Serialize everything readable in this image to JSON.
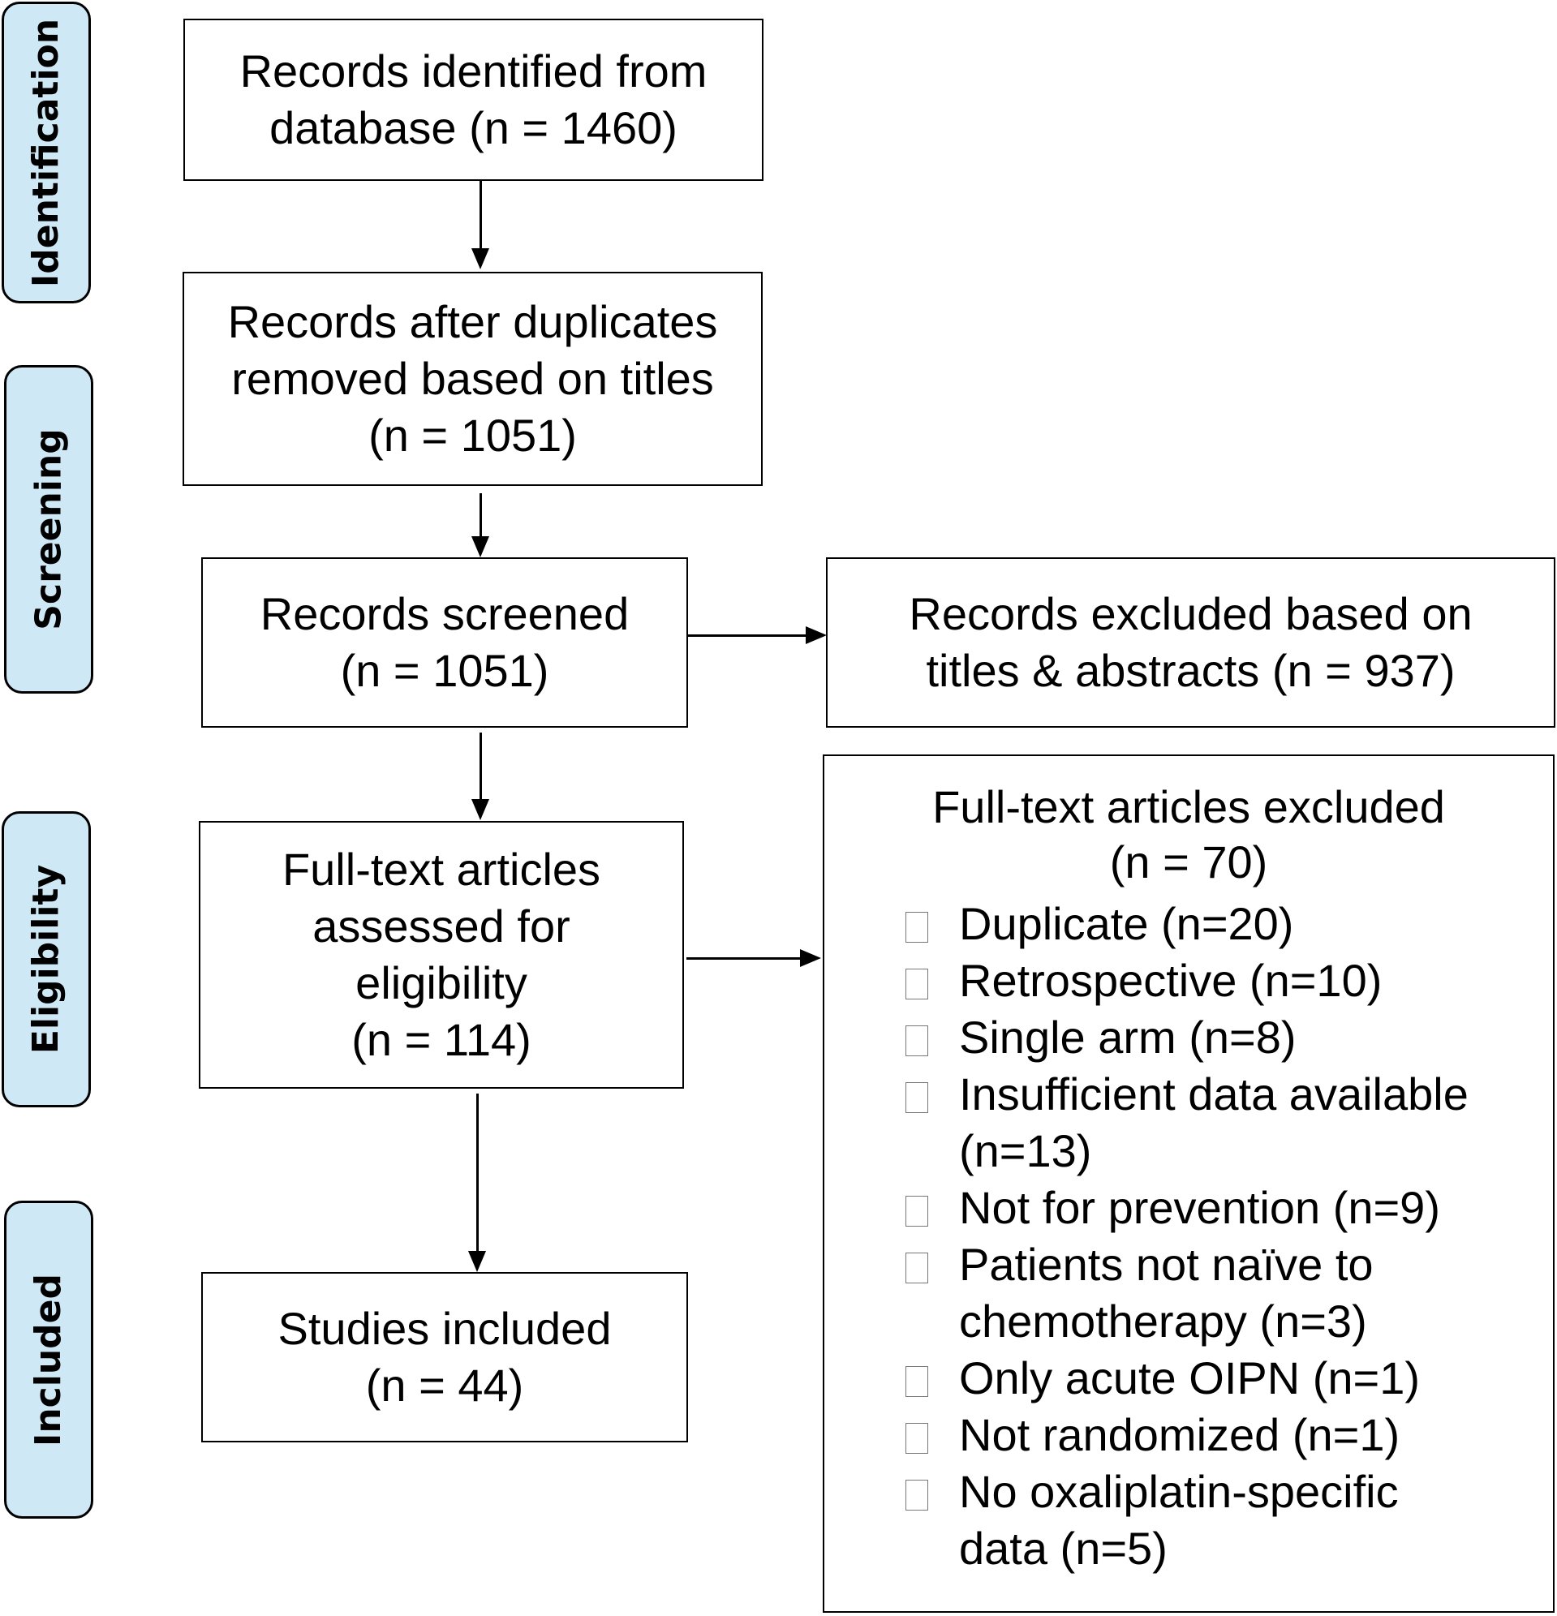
{
  "stages": [
    "Identification",
    "Screening",
    "Eligibility",
    "Included"
  ],
  "boxes": {
    "identified": [
      "Records identified from",
      "database (n = 1460)"
    ],
    "deduplicated": [
      "Records after duplicates",
      "removed based on titles",
      "(n = 1051)"
    ],
    "screened": [
      "Records screened",
      "(n = 1051)"
    ],
    "excluded_screening": [
      "Records excluded based on",
      "titles & abstracts (n = 937)"
    ],
    "fulltext": [
      "Full-text articles",
      "assessed for",
      "eligibility",
      "(n = 114)"
    ],
    "included": [
      "Studies included",
      "(n = 44)"
    ]
  },
  "fulltext_excluded": {
    "title": [
      "Full-text articles excluded",
      "(n = 70)"
    ],
    "items": [
      [
        "Duplicate (n=20)"
      ],
      [
        "Retrospective (n=10)"
      ],
      [
        "Single arm (n=8)"
      ],
      [
        "Insufficient data available",
        "(n=13)"
      ],
      [
        "Not for prevention (n=9)"
      ],
      [
        "Patients not naïve to",
        "chemotherapy (n=3)"
      ],
      [
        "Only acute OIPN (n=1)"
      ],
      [
        "Not randomized (n=1)"
      ],
      [
        "No oxaliplatin-specific",
        "data (n=5)"
      ]
    ]
  }
}
